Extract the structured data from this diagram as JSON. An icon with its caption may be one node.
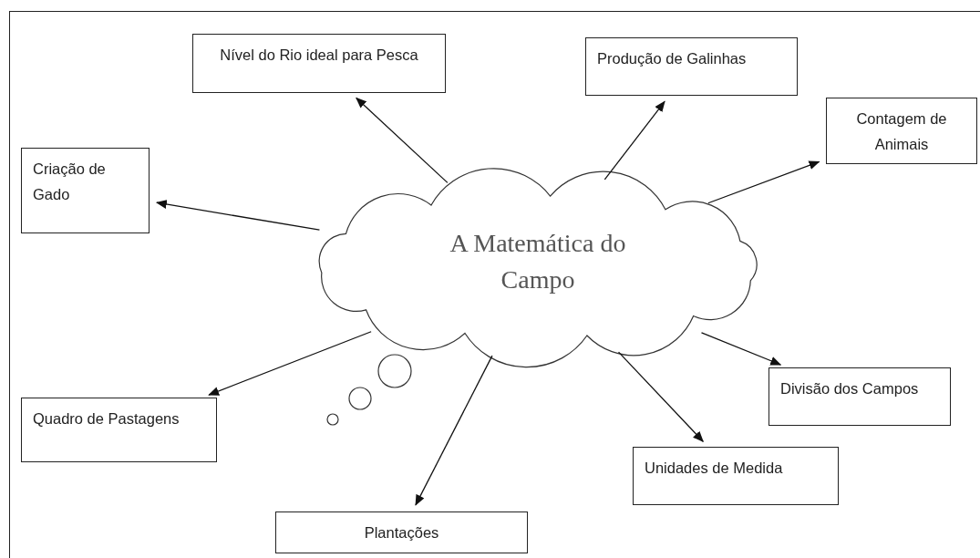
{
  "diagram": {
    "nodes": [
      {
        "text": [
          "A Matemática do Campo"
        ]
      },
      {
        "text": [
          "Nível do Rio ideal para Pesca"
        ]
      },
      {
        "text": [
          "Produção de Galinhas"
        ]
      },
      {
        "text": [
          "Contagem de Animais"
        ]
      },
      {
        "text": [
          "Criação de Gado"
        ]
      },
      {
        "text": [
          "Divisão dos Campos"
        ]
      },
      {
        "text": [
          "Quadro de Pastagens"
        ]
      },
      {
        "text": [
          "Unidades de Medida"
        ]
      },
      {
        "text": [
          "Plantações"
        ]
      }
    ],
    "edges": [
      {
        "from": 0,
        "to": 1,
        "arrow": "to"
      },
      {
        "from": 0,
        "to": 2,
        "arrow": "to"
      },
      {
        "from": 0,
        "to": 3,
        "arrow": "to"
      },
      {
        "from": 0,
        "to": 4,
        "arrow": "to"
      },
      {
        "from": 0,
        "to": 5,
        "arrow": "to"
      },
      {
        "from": 0,
        "to": 6,
        "arrow": "to"
      },
      {
        "from": 0,
        "to": 7,
        "arrow": "to"
      },
      {
        "from": 0,
        "to": 8,
        "arrow": "to"
      }
    ]
  }
}
